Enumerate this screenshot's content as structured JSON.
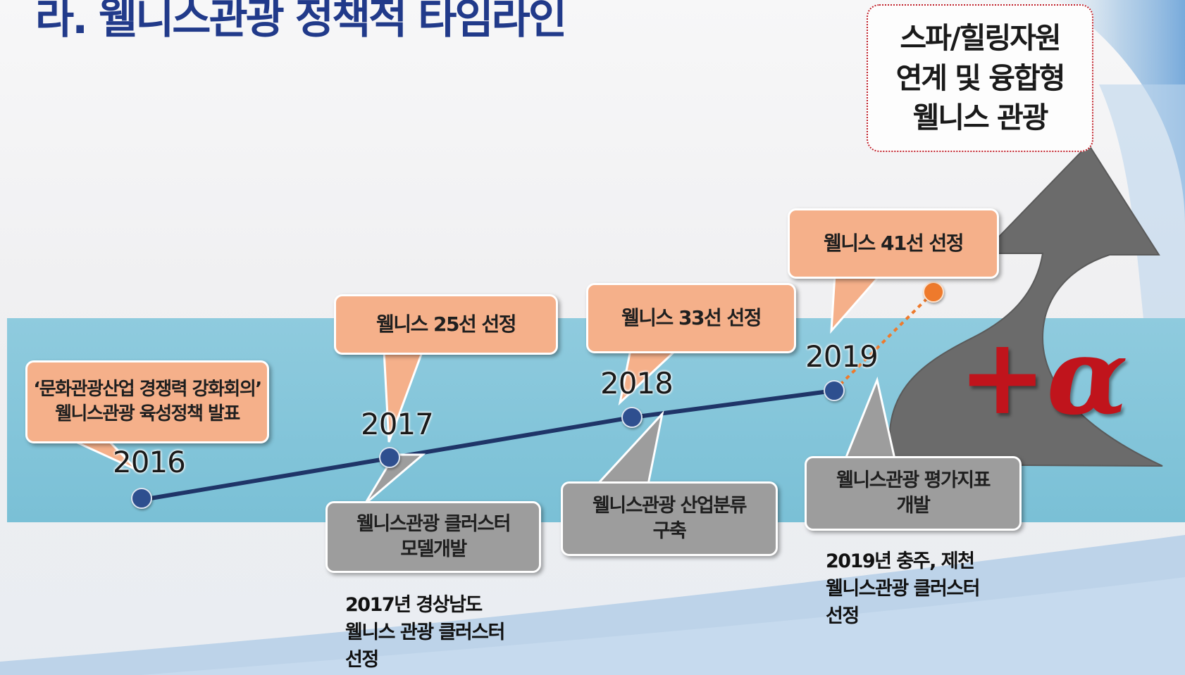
{
  "title": "라. 웰니스관광 정책적 타임라인",
  "goal_box": "스파/힐링자원\n연계  및 융합형\n웰니스 관광",
  "plus_alpha": "+α",
  "years": [
    "2016",
    "2017",
    "2018",
    "2019"
  ],
  "orange_bubbles": [
    "‘문화관광산업 경쟁력 강화회의’\n웰니스관광 육성정책 발표",
    "웰니스 25선 선정",
    "웰니스 33선 선정",
    "웰니스 41선 선정"
  ],
  "gray_bubbles": [
    "웰니스관광 클러스터\n모델개발",
    "웰니스관광 산업분류\n구축",
    "웰니스관광 평가지표\n개발"
  ],
  "notes": [
    "2017년 경상남도\n웰니스 관광 클러스터\n선정",
    "2019년 충주, 제천\n웰니스관광 클러스터\n선정"
  ],
  "colors": {
    "title": "#213a8a",
    "band": "#7ec3d8",
    "orange_bubble": "#f5b08a",
    "gray_bubble": "#9d9d9d",
    "arrow": "#6b6b6b",
    "timeline_line": "#1f3568",
    "future_dot": "#ee7a2c",
    "alpha": "#c0141c"
  }
}
